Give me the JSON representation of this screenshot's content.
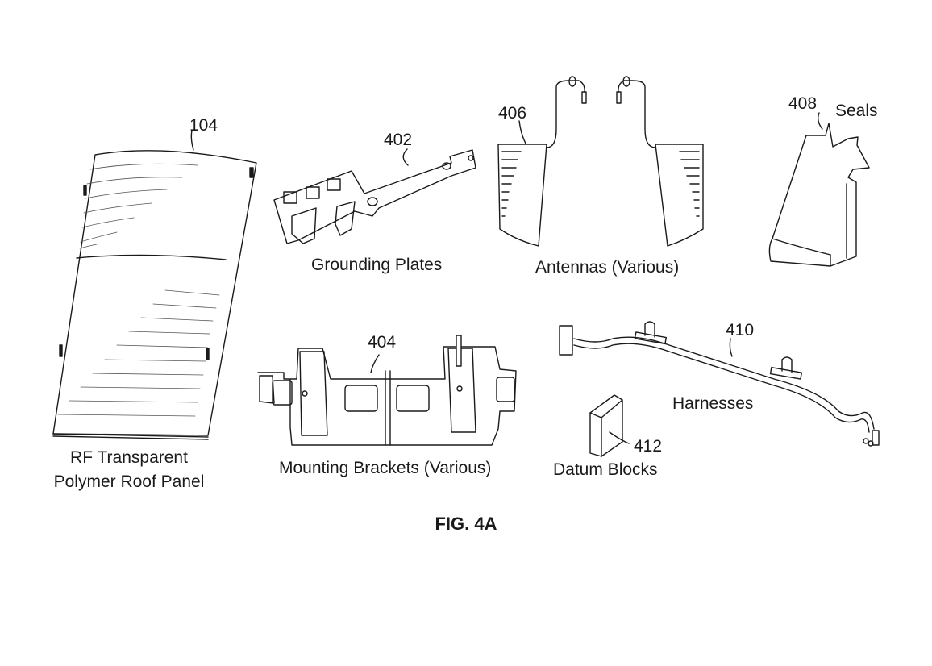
{
  "figure": {
    "title": "FIG. 4A",
    "components": [
      {
        "id": "roof-panel",
        "ref": "104",
        "label_lines": [
          "RF Transparent",
          "Polymer Roof Panel"
        ]
      },
      {
        "id": "grounding-plates",
        "ref": "402",
        "label": "Grounding Plates"
      },
      {
        "id": "mounting-brackets",
        "ref": "404",
        "label": "Mounting Brackets (Various)"
      },
      {
        "id": "antennas",
        "ref": "406",
        "label": "Antennas (Various)"
      },
      {
        "id": "seals",
        "ref": "408",
        "label": "Seals"
      },
      {
        "id": "harnesses",
        "ref": "410",
        "label": "Harnesses"
      },
      {
        "id": "datum-blocks",
        "ref": "412",
        "label": "Datum Blocks"
      }
    ]
  }
}
